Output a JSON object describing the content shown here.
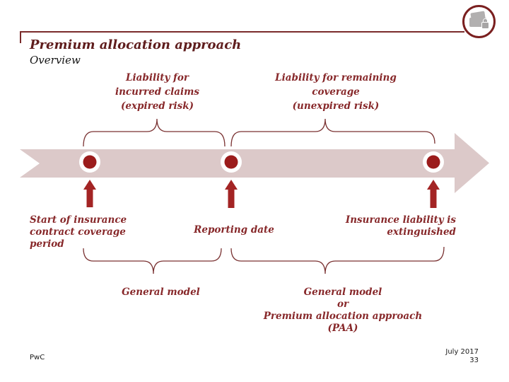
{
  "header": {
    "title": "Premium allocation approach",
    "subtitle": "Overview"
  },
  "top_labels": {
    "incurred": "Liability for\nincurred claims\n(expired risk)",
    "remaining": "Liability for remaining\ncoverage\n(unexpired risk)"
  },
  "timeline_labels": {
    "start": "Start of insurance\ncontract coverage\nperiod",
    "reporting": "Reporting date",
    "extinguished": "Insurance liability is\nextinguished"
  },
  "bottom_labels": {
    "left": "General model",
    "right": "General model\nor\nPremium allocation approach\n(PAA)"
  },
  "footer": {
    "brand": "PwC",
    "date": "July 2017",
    "page": "33"
  },
  "icons": {
    "corner": "device-lock-icon"
  },
  "colors": {
    "accent_dark": "#5f1d1d",
    "label_red": "#87282a",
    "rule": "#7a2b2b",
    "band": "#dcc9c9",
    "dot": "#9b1c1c",
    "dot_ring": "#ffffff",
    "arrow": "#a32424",
    "brace": "#7a3232",
    "icon_gray": "#b2b0b0"
  }
}
